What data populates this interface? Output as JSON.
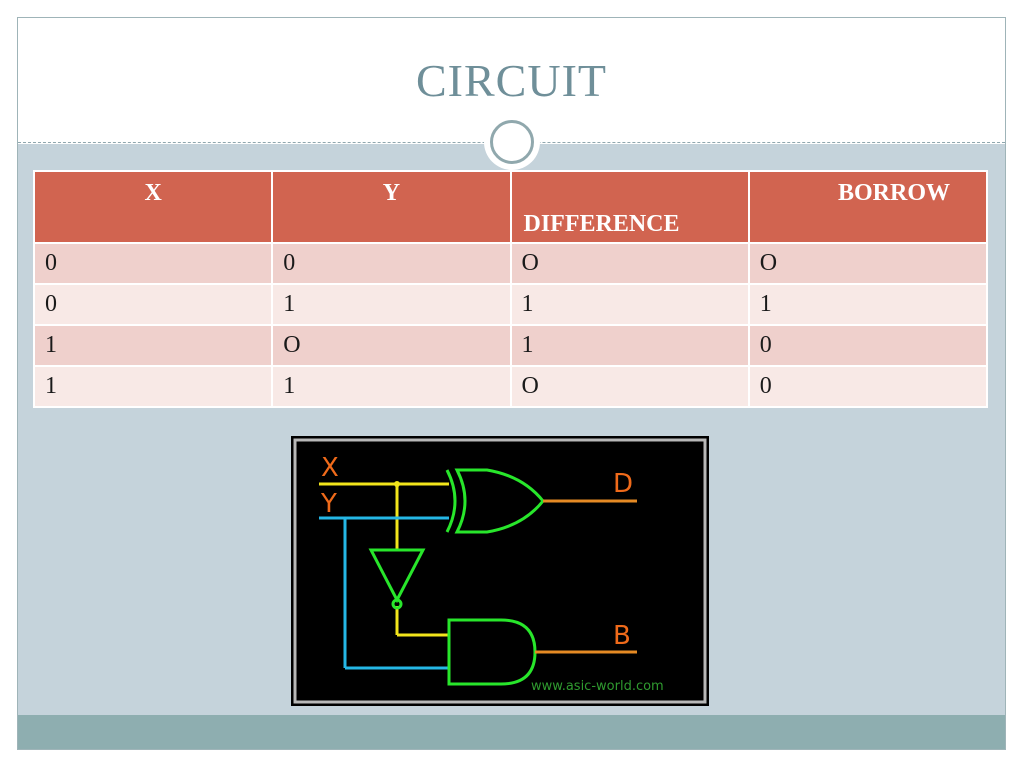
{
  "slide": {
    "title": "CIRCUIT"
  },
  "table": {
    "headers": [
      "X",
      "Y",
      "DIFFERENCE",
      "BORROW"
    ],
    "rows": [
      [
        "0",
        "0",
        "O",
        "O"
      ],
      [
        "0",
        "1",
        "1",
        "1"
      ],
      [
        "1",
        "O",
        "1",
        "0"
      ],
      [
        "1",
        "1",
        "O",
        "0"
      ]
    ]
  },
  "circuit": {
    "input_x": "X",
    "input_y": "Y",
    "output_d": "D",
    "output_b": "B",
    "watermark": "www.asic-world.com",
    "colors": {
      "background": "#000000",
      "x_wire": "#f2e51b",
      "y_wire": "#25b7e6",
      "gates": "#28e62b",
      "output_wire": "#e58a24",
      "label": "#ef6a1a"
    },
    "gates": [
      "xor-gate",
      "not-gate",
      "and-gate"
    ]
  },
  "colors": {
    "title": "#6f8f99",
    "header_bg": "#d16450",
    "row_odd": "#efd0cc",
    "row_even": "#f8e9e6",
    "slide_bg": "#c5d3db",
    "footer": "#8eaeb0"
  }
}
